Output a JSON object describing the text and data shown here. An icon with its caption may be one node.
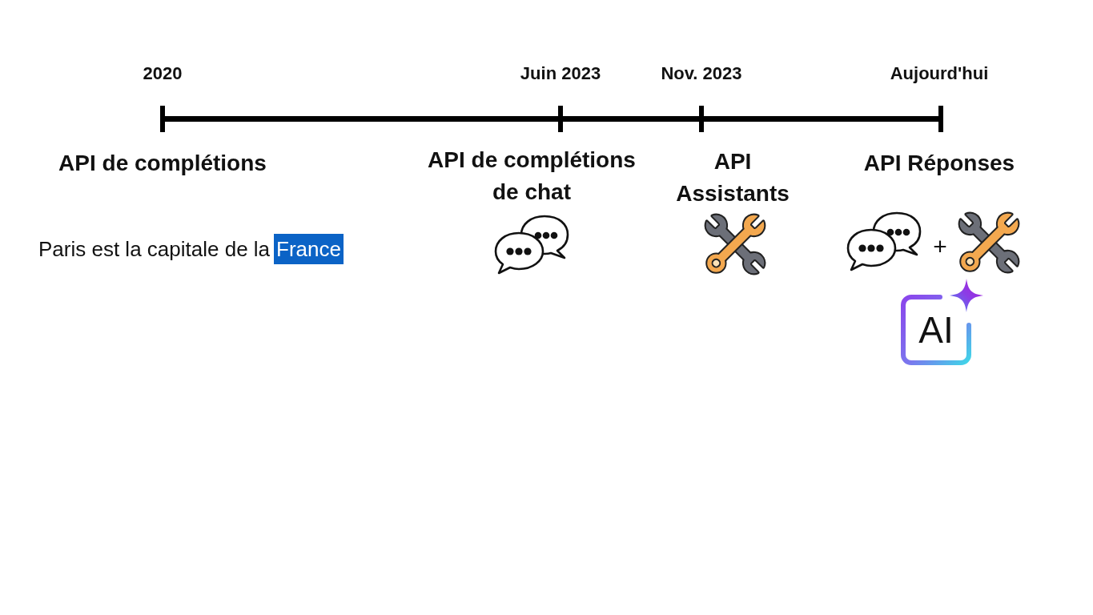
{
  "diagram": {
    "nodes": [
      {
        "text": [
          "France"
        ]
      },
      {
        "text": [
          "AI"
        ]
      }
    ],
    "labels": [
      "2020",
      "Juin 2023",
      "Nov. 2023",
      "Aujourd'hui",
      "API de complétions",
      "API de complétions de chat",
      "API Assistants",
      "API Réponses",
      "Paris est la capitale de la",
      "+"
    ]
  }
}
